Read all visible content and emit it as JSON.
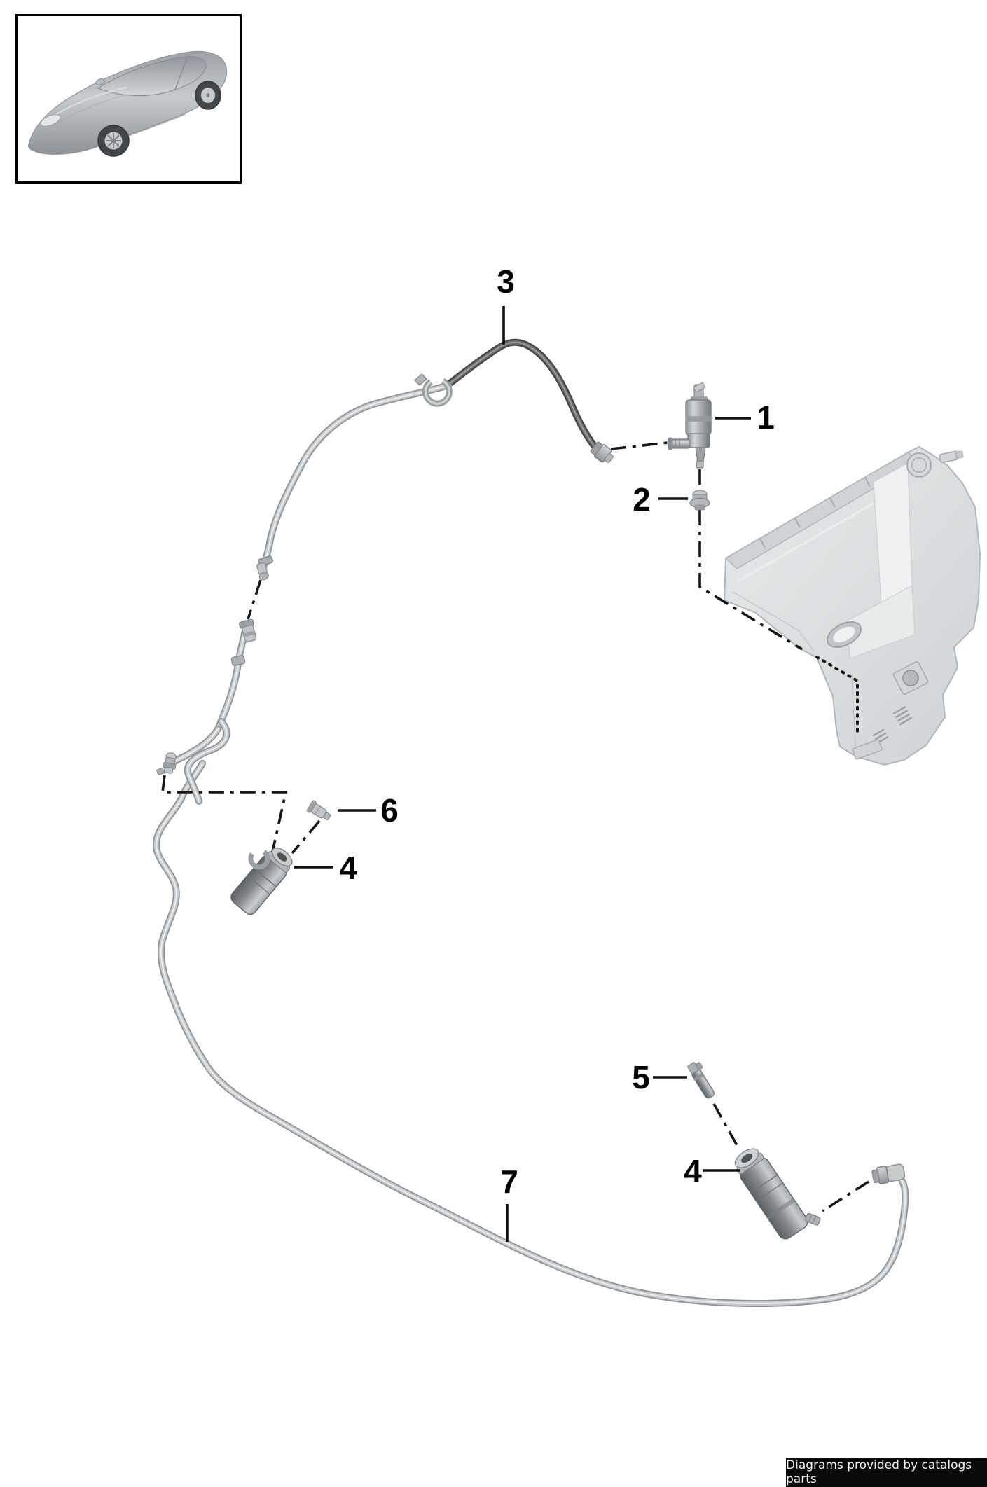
{
  "callouts": {
    "c1": "1",
    "c2": "2",
    "c3": "3",
    "c4a": "4",
    "c4b": "4",
    "c5": "5",
    "c6": "6",
    "c7": "7"
  },
  "footer": {
    "text": "Diagrams provided by catalogs parts"
  },
  "colors": {
    "background": "#ffffff",
    "callout_text": "#000000",
    "assembly_line": "#161616",
    "hose_light": "#c7cacc",
    "hose_dark": "#565656",
    "part_gray": "#b3b6b8",
    "reservoir_fill": "#dcdfe1",
    "footer_bg": "#0a0a0a",
    "footer_text": "#f2f2f2"
  }
}
